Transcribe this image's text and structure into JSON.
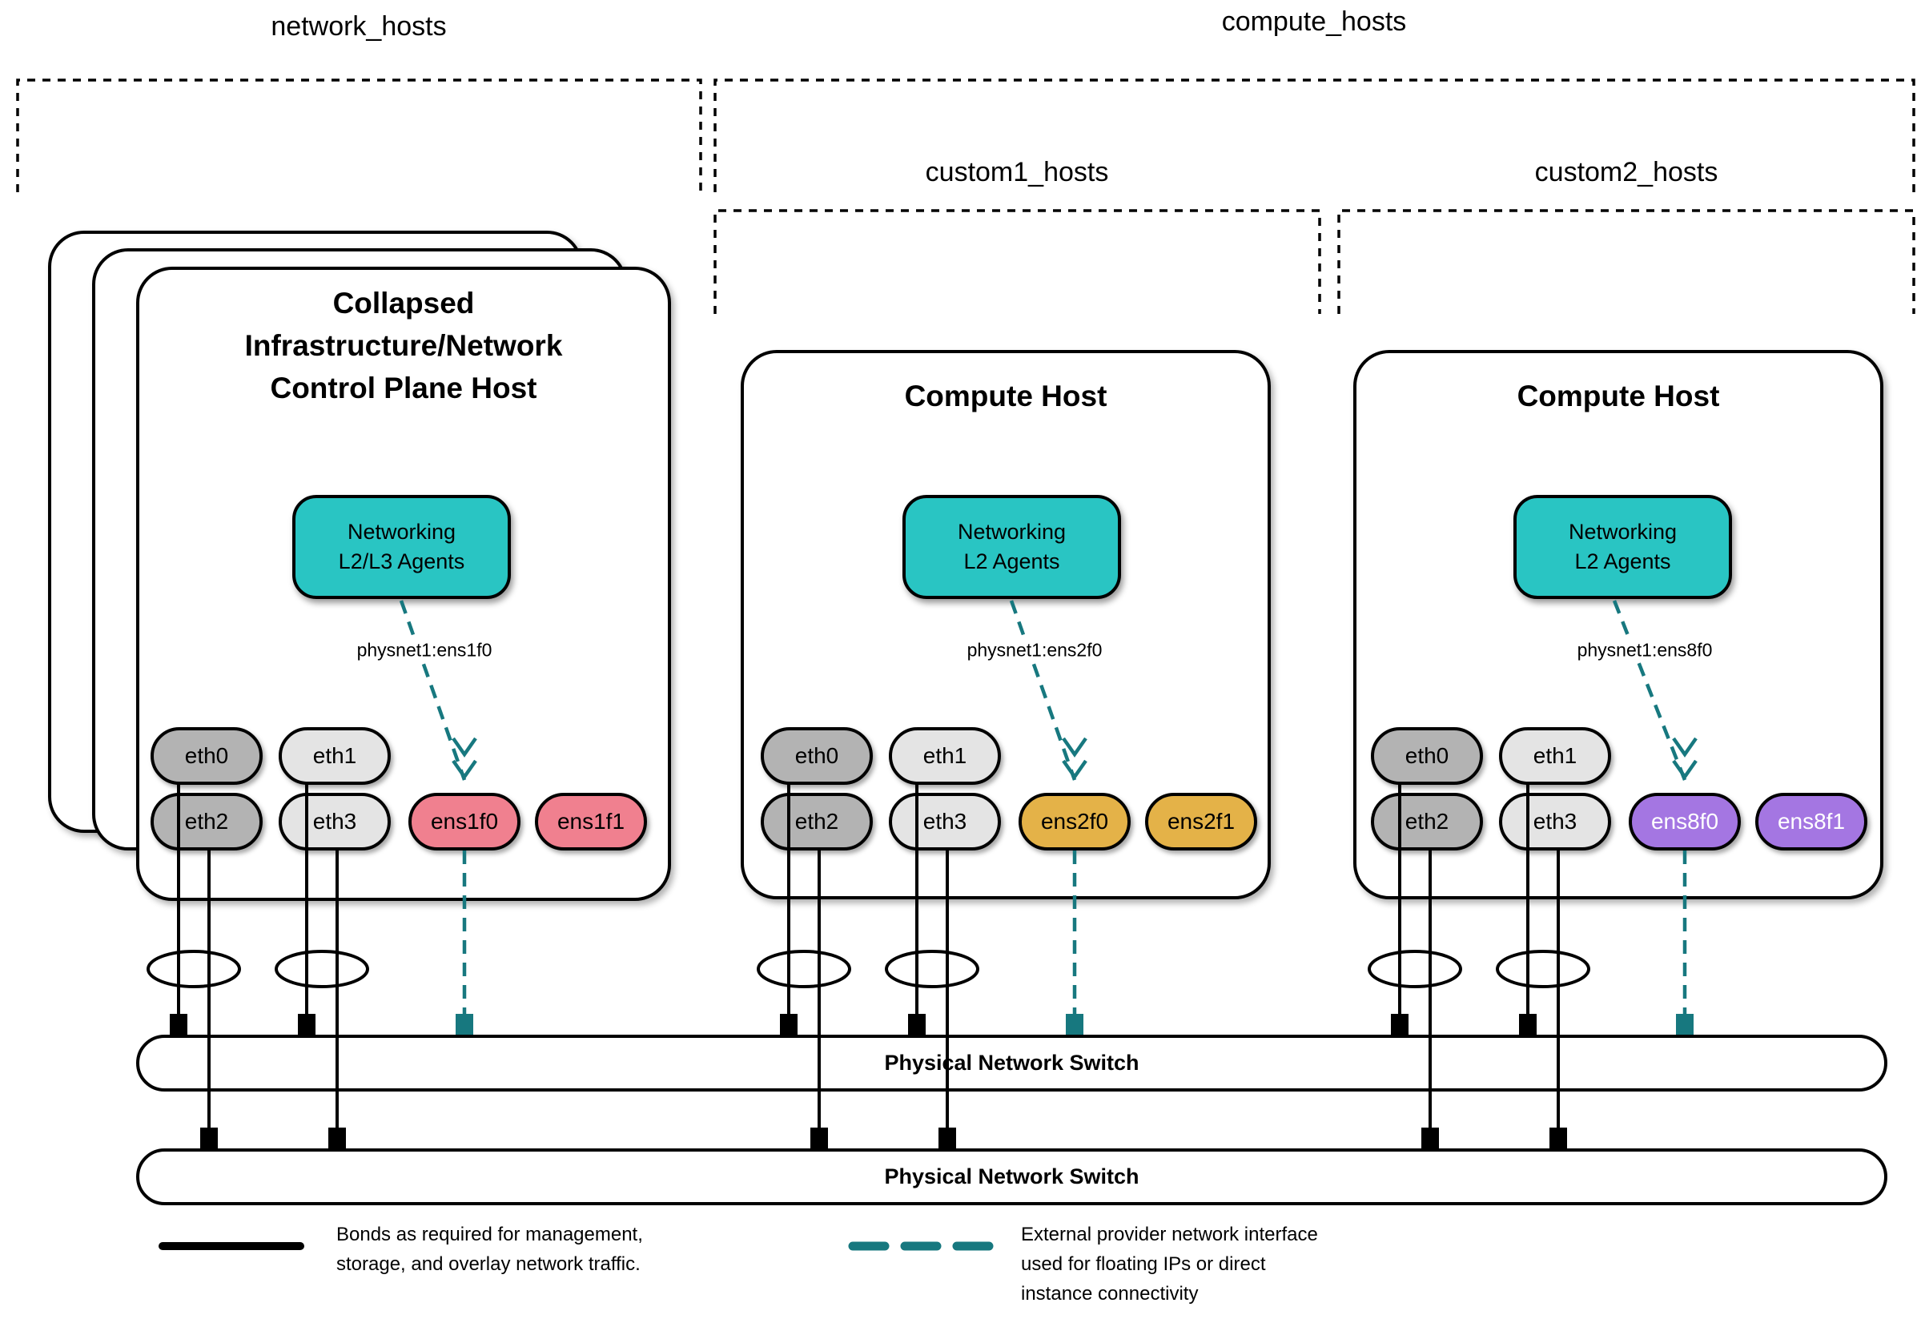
{
  "colors": {
    "teal_fill": "#29c5c3",
    "teal_line": "#17787f",
    "pink": "#f0808f",
    "gold": "#e4b248",
    "purple": "#a476e2",
    "gray_dark": "#b3b3b3",
    "gray_light": "#e4e4e4",
    "black": "#000000",
    "white": "#ffffff"
  },
  "groups": {
    "network_hosts": {
      "label": "network_hosts"
    },
    "compute_hosts": {
      "label": "compute_hosts"
    },
    "custom1_hosts": {
      "label": "custom1_hosts"
    },
    "custom2_hosts": {
      "label": "custom2_hosts"
    }
  },
  "hosts": [
    {
      "title_lines": [
        "Collapsed",
        "Infrastructure/Network",
        "Control Plane Host"
      ],
      "agent_lines": [
        "Networking",
        "L2/L3 Agents"
      ],
      "physnet_label": "physnet1:ens1f0",
      "interfaces": [
        "eth0",
        "eth1",
        "eth2",
        "eth3",
        "ens1f0",
        "ens1f1"
      ]
    },
    {
      "title_lines": [
        "Compute Host"
      ],
      "agent_lines": [
        "Networking",
        "L2 Agents"
      ],
      "physnet_label": "physnet1:ens2f0",
      "interfaces": [
        "eth0",
        "eth1",
        "eth2",
        "eth3",
        "ens2f0",
        "ens2f1"
      ]
    },
    {
      "title_lines": [
        "Compute Host"
      ],
      "agent_lines": [
        "Networking",
        "L2 Agents"
      ],
      "physnet_label": "physnet1:ens8f0",
      "interfaces": [
        "eth0",
        "eth1",
        "eth2",
        "eth3",
        "ens8f0",
        "ens8f1"
      ]
    }
  ],
  "switches": [
    "Physical Network Switch",
    "Physical Network Switch"
  ],
  "legend": {
    "bond": {
      "lines": [
        "Bonds as required for management,",
        "storage, and overlay network traffic."
      ]
    },
    "provider": {
      "lines": [
        "External provider network interface",
        "used for floating IPs or direct",
        "instance connectivity"
      ]
    }
  }
}
